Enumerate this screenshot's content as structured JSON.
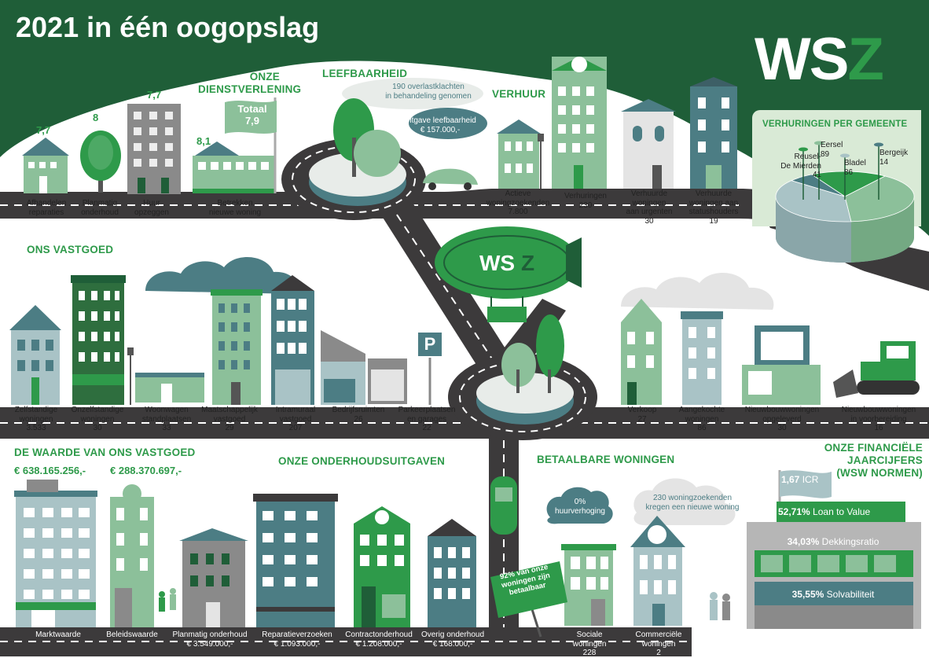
{
  "header": {
    "title": "2021 in één oogopslag",
    "logo": "WSZ"
  },
  "colors": {
    "dark_green": "#1f5e38",
    "brand_green": "#2e9a4a",
    "teal": "#4c7d84",
    "road": "#3c3a3b",
    "light_green": "#8cc09a"
  },
  "dienstverlening": {
    "title_line1": "ONZE",
    "title_line2": "DIENSTVERLENING",
    "items": [
      {
        "score": "7,7",
        "label1": "Afhandelen",
        "label2": "reparaties"
      },
      {
        "score": "8",
        "label1": "Planmatig",
        "label2": "onderhoud"
      },
      {
        "score": "7,7",
        "label1": "Huur",
        "label2": "opzeggen"
      },
      {
        "score": "8,1",
        "label1": "Betrekken",
        "label2": "nieuwe woning"
      }
    ],
    "total_label": "Totaal",
    "total_value": "7,9"
  },
  "leefbaarheid": {
    "title": "LEEFBAARHEID",
    "complaints_line1": "190 overlastklachten",
    "complaints_line2": "in behandeling genomen",
    "spend_line1": "Uitgave leefbaarheid",
    "spend_line2": "€ 157.000,-"
  },
  "verhuur": {
    "title": "VERHUUR",
    "items": [
      {
        "line1": "Actieve",
        "line2": "woningzoekenden",
        "line3": "7.800"
      },
      {
        "line1": "Verhuringen",
        "line2": "230",
        "line3": ""
      },
      {
        "line1": "Verhuurde",
        "line2": "woningen",
        "line3": "aan urgenten",
        "line4": "30"
      },
      {
        "line1": "Verhuurde",
        "line2": "woningen aan",
        "line3": "statushouders",
        "line4": "19"
      }
    ]
  },
  "gemeente": {
    "title": "VERHURINGEN PER GEMEENTE",
    "chart_data": {
      "type": "pie",
      "title": "VERHURINGEN PER GEMEENTE",
      "categories": [
        "Reusel-De Mierden",
        "Eersel",
        "Bladel",
        "Bergeijk"
      ],
      "values": [
        41,
        89,
        86,
        14
      ]
    },
    "labels": [
      {
        "name1": "Reusel-",
        "name2": "De Mierden",
        "value": "41"
      },
      {
        "name1": "Eersel",
        "value": "89"
      },
      {
        "name1": "Bladel",
        "value": "86"
      },
      {
        "name1": "Bergeijk",
        "value": "14"
      }
    ]
  },
  "vastgoed": {
    "title": "ONS VASTGOED",
    "items": [
      {
        "line1": "Zelfstandige",
        "line2": "woningen",
        "line3": "3.533"
      },
      {
        "line1": "Onzelfstandige",
        "line2": "woningen",
        "line3": "30"
      },
      {
        "line1": "Woonwagen",
        "line2": "standplaatsen",
        "line3": "33"
      },
      {
        "line1": "Maatschappelijk",
        "line2": "vastgoed",
        "line3": "29"
      },
      {
        "line1": "Intramuraal",
        "line2": "vastgoed",
        "line3": "207"
      },
      {
        "line1": "Bedrijfsruimten",
        "line2": "26",
        "line3": ""
      },
      {
        "line1": "Parkeerplaatsen",
        "line2": "en garages",
        "line3": "22"
      },
      {
        "line1": "Verkoop",
        "line2": "27",
        "line3": ""
      },
      {
        "line1": "Aangekochte",
        "line2": "woningen",
        "line3": "86"
      },
      {
        "line1": "Nieuwbouwwoningen",
        "line2": "opgeleverd",
        "line3": "30"
      },
      {
        "line1": "Nieuwbouwwoningen",
        "line2": "in voorbereiding",
        "line3": "16"
      }
    ],
    "parking_sign": "P"
  },
  "waarde": {
    "title": "DE WAARDE VAN ONS VASTGOED",
    "markt_value": "€ 638.165.256,-",
    "beleid_value": "€ 288.370.697,-",
    "markt_label": "Marktwaarde",
    "beleid_label": "Beleidswaarde"
  },
  "onderhoud": {
    "title": "ONZE ONDERHOUDSUITGAVEN",
    "items": [
      {
        "label": "Planmatig onderhoud",
        "value": "€ 3.549.000,-"
      },
      {
        "label": "Reparatieverzoeken",
        "value": "€ 1.093.000,-"
      },
      {
        "label": "Contractonderhoud",
        "value": "€ 1.208.000,-"
      },
      {
        "label": "Overig onderhoud",
        "value": "€ 168.000,-"
      }
    ]
  },
  "betaalbaar": {
    "title": "BETAALBARE WONINGEN",
    "cloud1_line1": "0%",
    "cloud1_line2": "huurverhoging",
    "cloud2_line1": "230 woningzoekenden",
    "cloud2_line2": "kregen een nieuwe woning",
    "sign_pct": "92%",
    "sign_line1": "van onze",
    "sign_line2": "woningen zijn",
    "sign_line3": "betaalbaar",
    "sociale_line1": "Sociale",
    "sociale_line2": "woningen",
    "sociale_value": "228",
    "comm_line1": "Commerciële",
    "comm_line2": "woningen",
    "comm_value": "2"
  },
  "financieel": {
    "title_line1": "ONZE FINANCIËLE JAARCIJFERS",
    "title_line2": "(WSW NORMEN)",
    "icr_value": "1,67",
    "icr_label": "ICR",
    "ltv_value": "52,71%",
    "ltv_label": "Loan to Value",
    "dek_value": "34,03%",
    "dek_label": "Dekkingsratio",
    "solv_value": "35,55%",
    "solv_label": "Solvabiliteit"
  }
}
